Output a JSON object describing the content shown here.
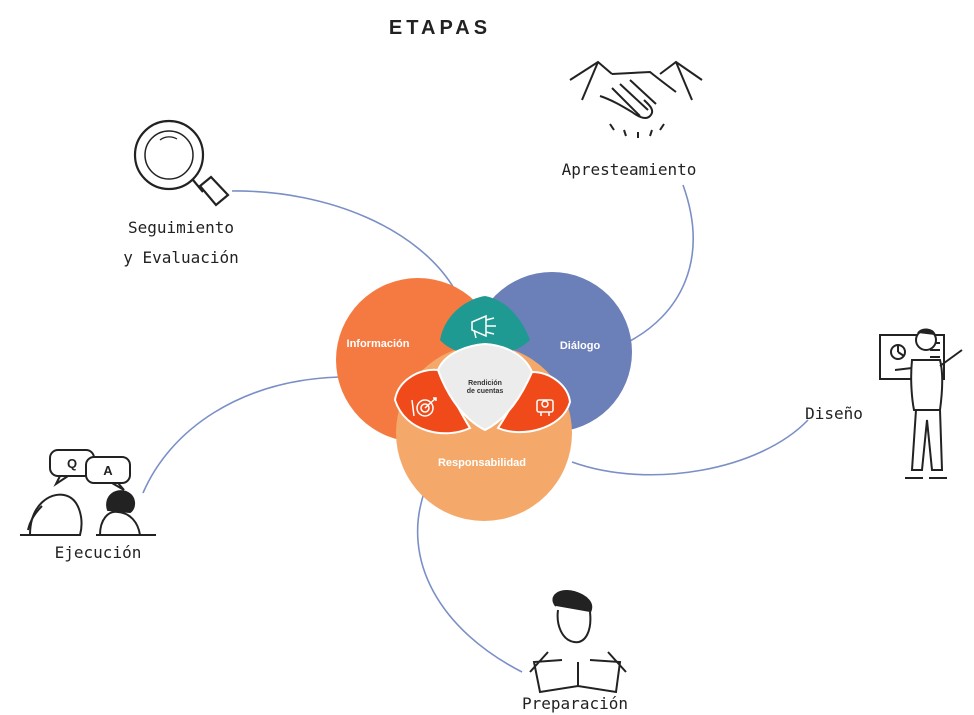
{
  "title": "ETAPAS",
  "stages": {
    "apprestamiento": "Apresteamiento",
    "seguimiento_line1": "Seguimiento",
    "seguimiento_line2": "y Evaluación",
    "diseno": "Diseño",
    "ejecucion": "Ejecución",
    "preparacion": "Preparación"
  },
  "venn": {
    "informacion": "Información",
    "dialogo": "Diálogo",
    "responsabilidad": "Responsabilidad",
    "center_line1": "Rendición",
    "center_line2": "de cuentas"
  },
  "qa_bubbles": {
    "q": "Q",
    "a": "A"
  },
  "colors": {
    "informacion": "#f47a42",
    "dialogo": "#6b7fb8",
    "responsabilidad": "#f4a96a",
    "teal_overlap": "#1e9a93",
    "red_overlap": "#f04a1a",
    "center": "#ececec",
    "connector": "#7b8fc7"
  },
  "icons": [
    "handshake-icon",
    "magnifier-icon",
    "presenter-icon",
    "qa-people-icon",
    "reader-icon",
    "megaphone-icon",
    "target-icon",
    "handshake-small-icon"
  ]
}
